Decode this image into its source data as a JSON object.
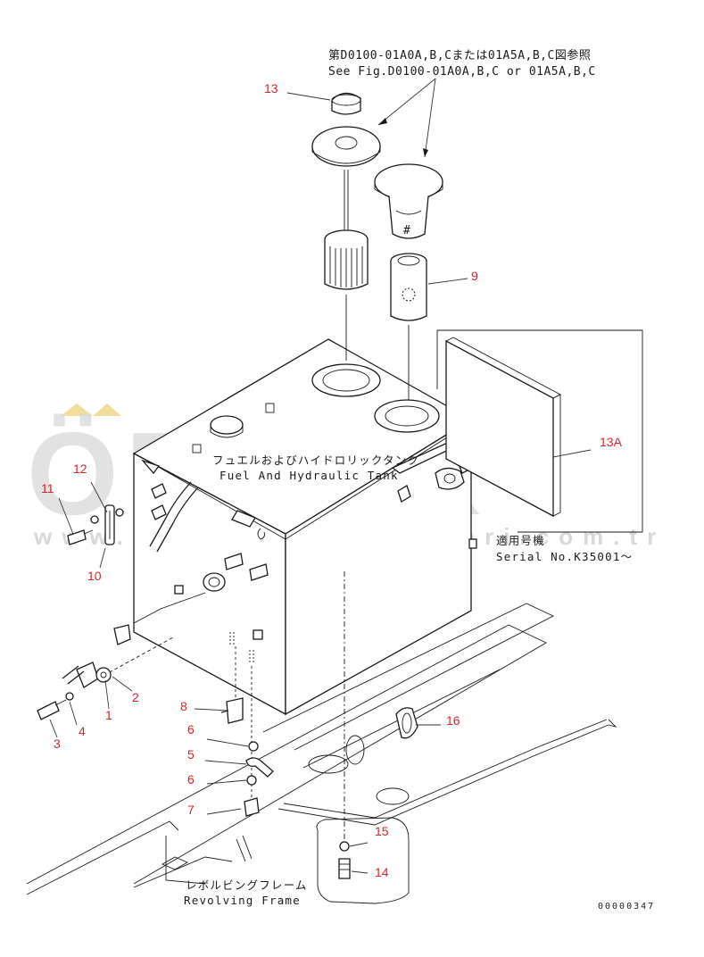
{
  "reference_note": {
    "line_jp": "第D0100-01A0A,B,Cまたは01A5A,B,C図参照",
    "line_en": "See Fig.D0100-01A0A,B,C or 01A5A,B,C"
  },
  "tank_label": {
    "jp": "フュエルおよびハイドロリックタンク",
    "en": "Fuel And Hydraulic Tank"
  },
  "serial_note": {
    "jp": "適用号機",
    "en": "Serial No.K35001〜"
  },
  "frame_label": {
    "jp": "レボルビングフレーム",
    "en": "Revolving Frame"
  },
  "drawing_code": "00000347",
  "watermark": {
    "brand": "ÖRNEK",
    "url": "www.orneksismakinalari.com.tr"
  },
  "part_callouts": {
    "p1": "1",
    "p2": "2",
    "p3": "3",
    "p4": "4",
    "p5": "5",
    "p6a": "6",
    "p6b": "6",
    "p7": "7",
    "p8": "8",
    "p9": "9",
    "p10": "10",
    "p11": "11",
    "p12": "12",
    "p13": "13",
    "p13a": "13A",
    "p14": "14",
    "p15": "15",
    "p16": "16"
  },
  "colors": {
    "callout": "#d8262a",
    "line": "#1a1a1a",
    "watermark_gray": "#d9d9d9",
    "watermark_accent": "#f0df9a"
  }
}
